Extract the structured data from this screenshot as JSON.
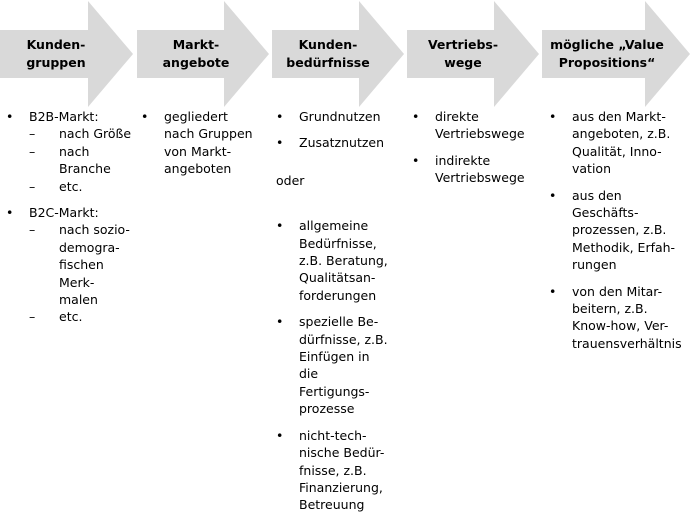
{
  "headers": [
    "Kunden-\ngruppen",
    "Markt-\nangebote",
    "Kunden-\nbedürfnisse",
    "Vertriebs-\nwege",
    "mögliche „Value\nPropositions“"
  ],
  "columns": [
    {
      "items": [
        {
          "text": "B2B-Markt:",
          "sub": [
            "nach Größe",
            "nach\nBranche",
            "etc."
          ]
        },
        {
          "text": "B2C-Markt:",
          "sub": [
            "nach sozio-\ndemogra-\nfischen Merk-\nmalen",
            "etc."
          ]
        }
      ]
    },
    {
      "items": [
        {
          "text": "gegliedert\nnach Gruppen\nvon Markt-\nangeboten"
        }
      ]
    },
    {
      "items": [
        {
          "text": "Grundnutzen"
        },
        {
          "text": "Zusatznutzen"
        },
        {
          "text": "oder",
          "plain": true
        },
        {
          "text": "allgemeine\nBedürfnisse,\nz.B. Beratung,\nQualitätsan-\nforderungen"
        },
        {
          "text": "spezielle Be-\ndürfnisse, z.B.\nEinfügen in\ndie\nFertigungs-\nprozesse"
        },
        {
          "text": "nicht-tech-\nnische Bedür-\nfnisse, z.B.\nFinanzierung,\nBetreuung"
        }
      ]
    },
    {
      "items": [
        {
          "text": "direkte\nVertriebswege"
        },
        {
          "text": "indirekte\nVertriebswege"
        }
      ]
    },
    {
      "items": [
        {
          "text": "aus den Markt-\nangeboten, z.B.\nQualität, Inno-\nvation"
        },
        {
          "text": "aus den\nGeschäfts-\nprozessen, z.B.\nMethodik, Erfah-\nrungen"
        },
        {
          "text": "von den Mitar-\nbeitern, z.B.\nKnow-how, Ver-\ntrauensverhältnis"
        }
      ]
    }
  ],
  "colors": {
    "arrow_fill": "#d9d9d9",
    "text": "#000000",
    "background": "#ffffff"
  }
}
